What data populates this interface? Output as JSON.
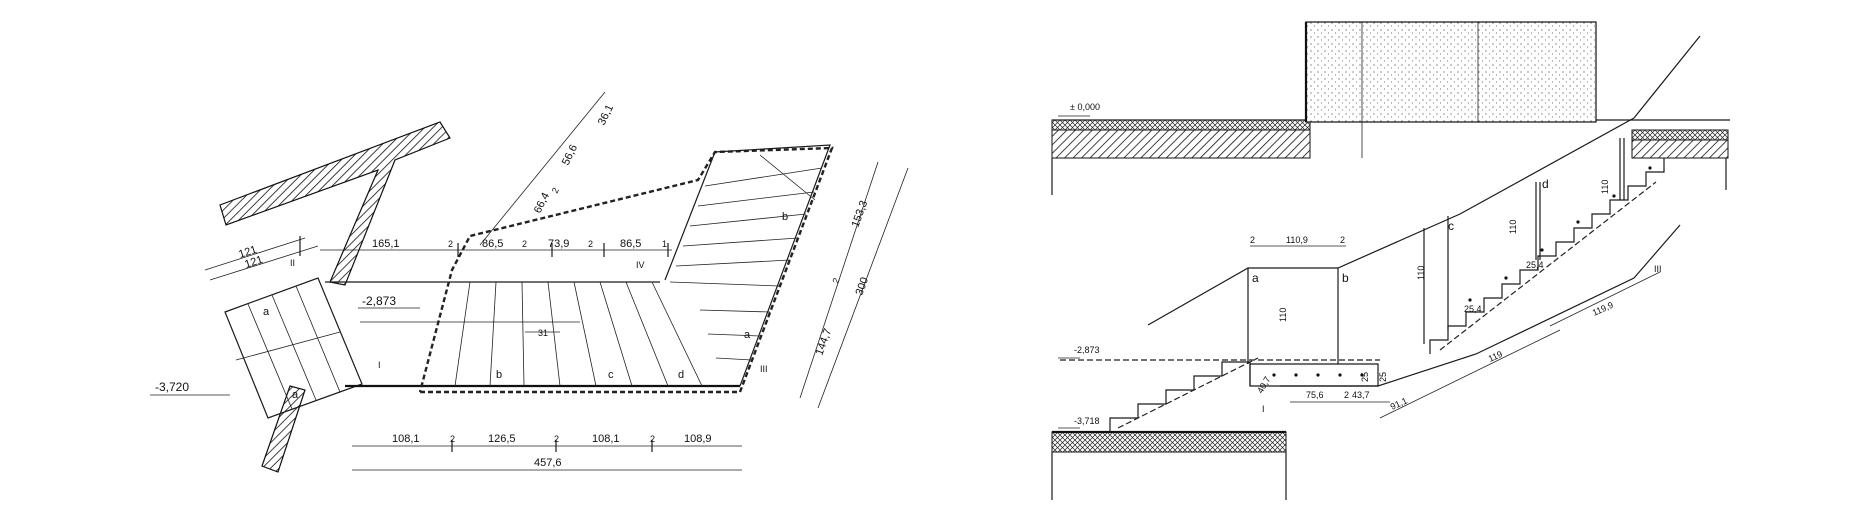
{
  "plan": {
    "dims_top": [
      "121",
      "121",
      "165,1",
      "2",
      "86,5",
      "2",
      "73,9",
      "2",
      "86,5",
      "1"
    ],
    "dims_diag": [
      "66,4",
      "2",
      "56,6",
      "36,1"
    ],
    "dims_right": [
      "153,3",
      "2",
      "300",
      "144,7"
    ],
    "dims_bottom": [
      "108,1",
      "2",
      "126,5",
      "2",
      "108,1",
      "2",
      "108,9"
    ],
    "dim_total": "457,6",
    "dim_small": "31",
    "level_upper": "-2,873",
    "level_lower": "-3,720",
    "marks": [
      "a",
      "a",
      "b",
      "c",
      "d",
      "a",
      "b",
      "I",
      "II",
      "III",
      "IV"
    ]
  },
  "section": {
    "level_top": "± 0,000",
    "level_mid": "-2,873",
    "level_low": "-3,718",
    "dims": [
      "2",
      "110,9",
      "2",
      "110",
      "110",
      "110",
      "110",
      "75,6",
      "2",
      "43,7",
      "91,1",
      "119",
      "119,9",
      "40,7",
      "25",
      "25",
      "25,4",
      "25,4"
    ],
    "marks": [
      "a",
      "b",
      "c",
      "d",
      "I",
      "III"
    ]
  }
}
